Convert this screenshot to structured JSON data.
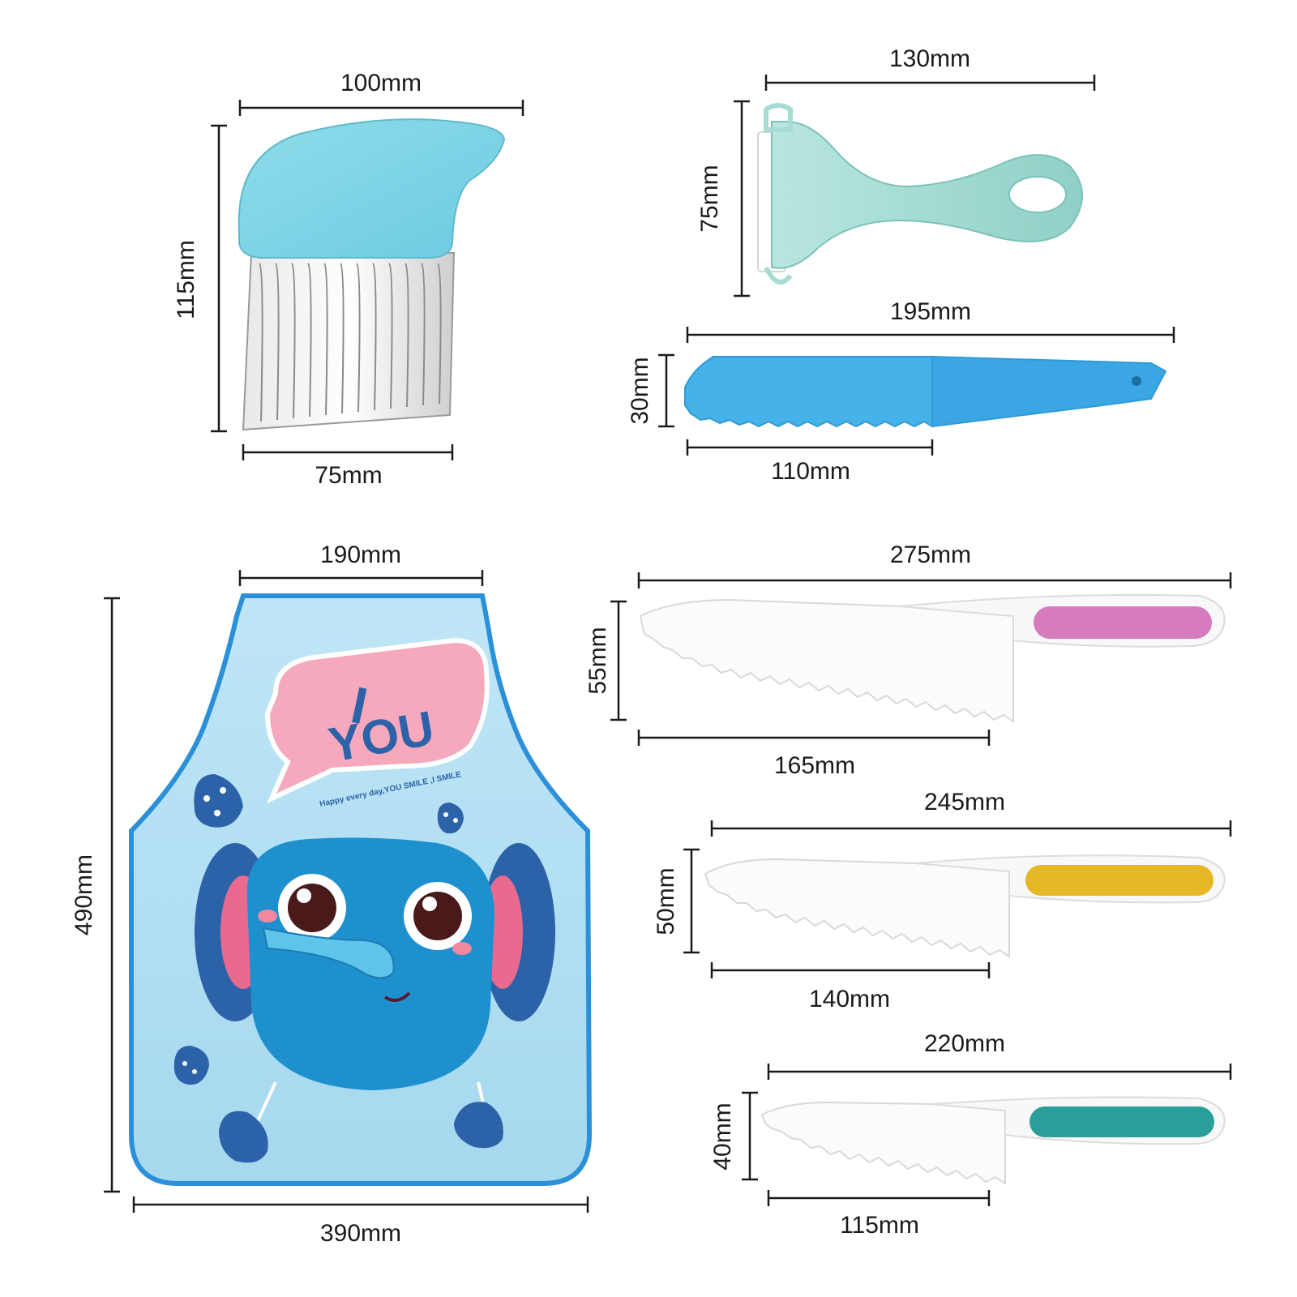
{
  "products": {
    "crinkle_cutter": {
      "width_top": "100mm",
      "height": "115mm",
      "width_blade": "75mm"
    },
    "peeler": {
      "width": "130mm",
      "height": "75mm"
    },
    "small_knife": {
      "length": "195mm",
      "height": "30mm",
      "blade_length": "110mm"
    },
    "apron": {
      "top_width": "190mm",
      "height": "490mm",
      "bottom_width": "390mm",
      "speech_text_1": "I",
      "speech_text_2": "YOU",
      "tagline": "Happy every day,YOU SMILE ,I SMILE"
    },
    "knife_large": {
      "length": "275mm",
      "height": "55mm",
      "blade_length": "165mm",
      "handle_color": "#d77bbf"
    },
    "knife_medium": {
      "length": "245mm",
      "height": "50mm",
      "blade_length": "140mm",
      "handle_color": "#e5b825"
    },
    "knife_small": {
      "length": "220mm",
      "height": "40mm",
      "blade_length": "115mm",
      "handle_color": "#2a9e9a"
    }
  }
}
